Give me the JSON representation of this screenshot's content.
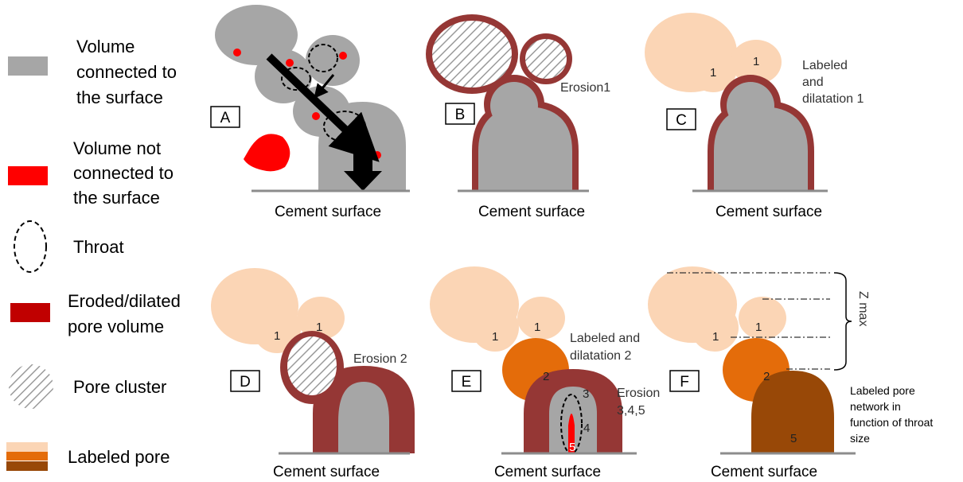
{
  "legend": {
    "connected": [
      "Volume",
      "connected to",
      "the surface"
    ],
    "not_connected": [
      "Volume not",
      "connected to",
      "the surface"
    ],
    "throat": "Throat",
    "eroded": [
      "Eroded/dilated",
      "pore volume"
    ],
    "cluster": "Pore cluster",
    "labeled": "Labeled pore"
  },
  "panels": {
    "a": {
      "label": "A",
      "surface": "Cement surface"
    },
    "b": {
      "label": "B",
      "surface": "Cement surface",
      "note": "Erosion1"
    },
    "c": {
      "label": "C",
      "surface": "Cement surface",
      "note": [
        "Labeled",
        "and",
        "dilatation 1"
      ],
      "nums": [
        "1",
        "1"
      ]
    },
    "d": {
      "label": "D",
      "surface": "Cement surface",
      "note": "Erosion 2",
      "nums": [
        "1",
        "1"
      ]
    },
    "e": {
      "label": "E",
      "surface": "Cement surface",
      "note": [
        "Labeled and",
        "dilatation  2"
      ],
      "note2": [
        "Erosion",
        "3,4,5"
      ],
      "nums": [
        "1",
        "1",
        "2",
        "3",
        "4",
        "5"
      ]
    },
    "f": {
      "label": "F",
      "surface": "Cement surface",
      "zmax": "Z max",
      "note": [
        "Labeled pore",
        "network in",
        "function of throat",
        "size"
      ],
      "nums": [
        "1",
        "1",
        "2",
        "5"
      ]
    }
  },
  "colors": {
    "gray": "#a6a6a6",
    "red": "#ff0000",
    "dark_red": "#953735",
    "peach": "#fbd5b5",
    "orange": "#e46c0a",
    "brown": "#984807"
  }
}
